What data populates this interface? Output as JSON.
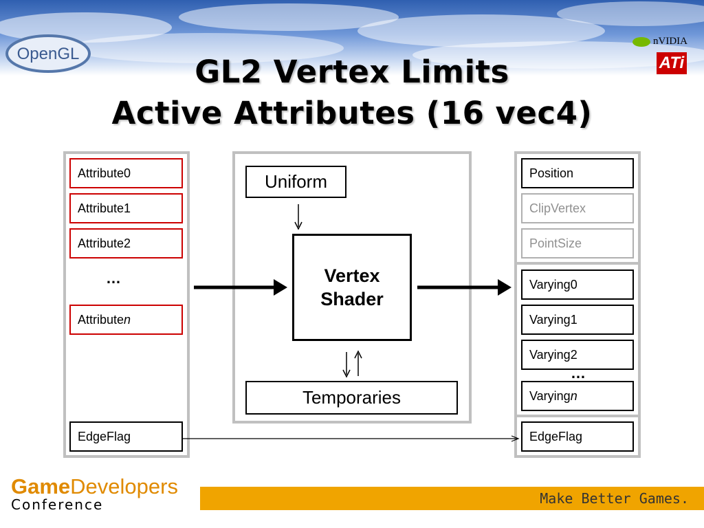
{
  "header": {
    "title_line1": "GL2 Vertex Limits",
    "title_line2": "Active Attributes (16 vec4)",
    "logo_left": "OpenGL",
    "logo_nvidia": "nVIDIA",
    "logo_ati": "ATi"
  },
  "inputs": {
    "attributes": [
      "Attribute0",
      "Attribute1",
      "Attribute2"
    ],
    "ellipsis": "…",
    "attribute_n_prefix": "Attribute",
    "attribute_n_suffix": "n",
    "edgeflag": "EdgeFlag",
    "border_color": "#cc0000"
  },
  "shader": {
    "uniform": "Uniform",
    "vertex_line1": "Vertex",
    "vertex_line2": "Shader",
    "temporaries": "Temporaries"
  },
  "outputs": {
    "position": "Position",
    "clipvertex": "ClipVertex",
    "pointsize": "PointSize",
    "varyings": [
      "Varying0",
      "Varying1",
      "Varying2"
    ],
    "ellipsis": "…",
    "varying_n_prefix": "Varying",
    "varying_n_suffix": "n",
    "edgeflag": "EdgeFlag",
    "inactive_color": "#909090"
  },
  "footer": {
    "gdc_game": "Game",
    "gdc_developers": "Developers",
    "gdc_conference": "Conference",
    "tagline": "Make Better Games.",
    "bar_color": "#f0a400"
  }
}
